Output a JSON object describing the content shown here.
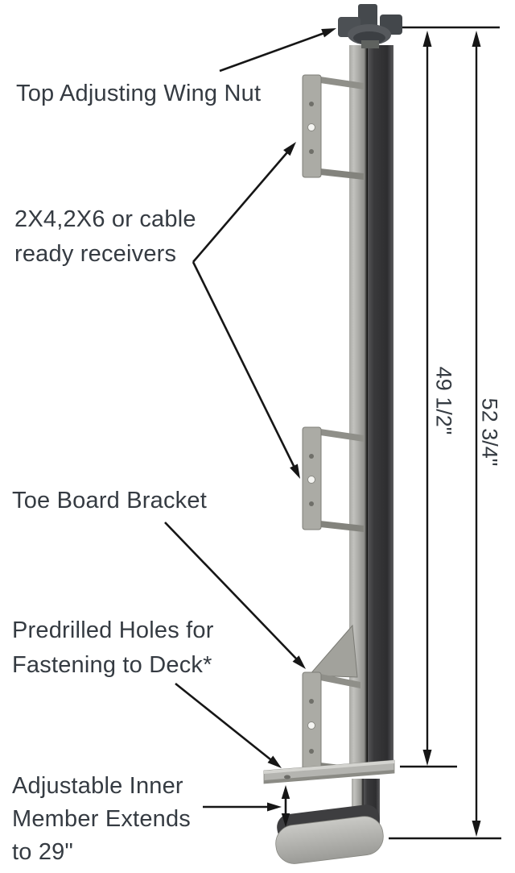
{
  "figure": {
    "type": "technical-diagram",
    "subject": "Adjustable guardrail safety post with receivers and deck clamp"
  },
  "labels": {
    "top_adjusting_wing_nut": "Top Adjusting Wing Nut",
    "receivers": [
      "2X4,2X6 or cable",
      "ready receivers"
    ],
    "toe_board_bracket": "Toe Board Bracket",
    "predrilled_holes": [
      "Predrilled Holes for",
      "Fastening to Deck*"
    ],
    "adjustable_inner": [
      "Adjustable Inner",
      "Member Extends",
      "to 29\""
    ]
  },
  "dimensions": {
    "inner_height": "49 1/2\"",
    "overall_height": "52 3/4\""
  },
  "colors": {
    "label_text": "#353b42",
    "line": "#161616",
    "metal_light": "#b2b2ae",
    "metal_dark": "#3a3a3c"
  }
}
